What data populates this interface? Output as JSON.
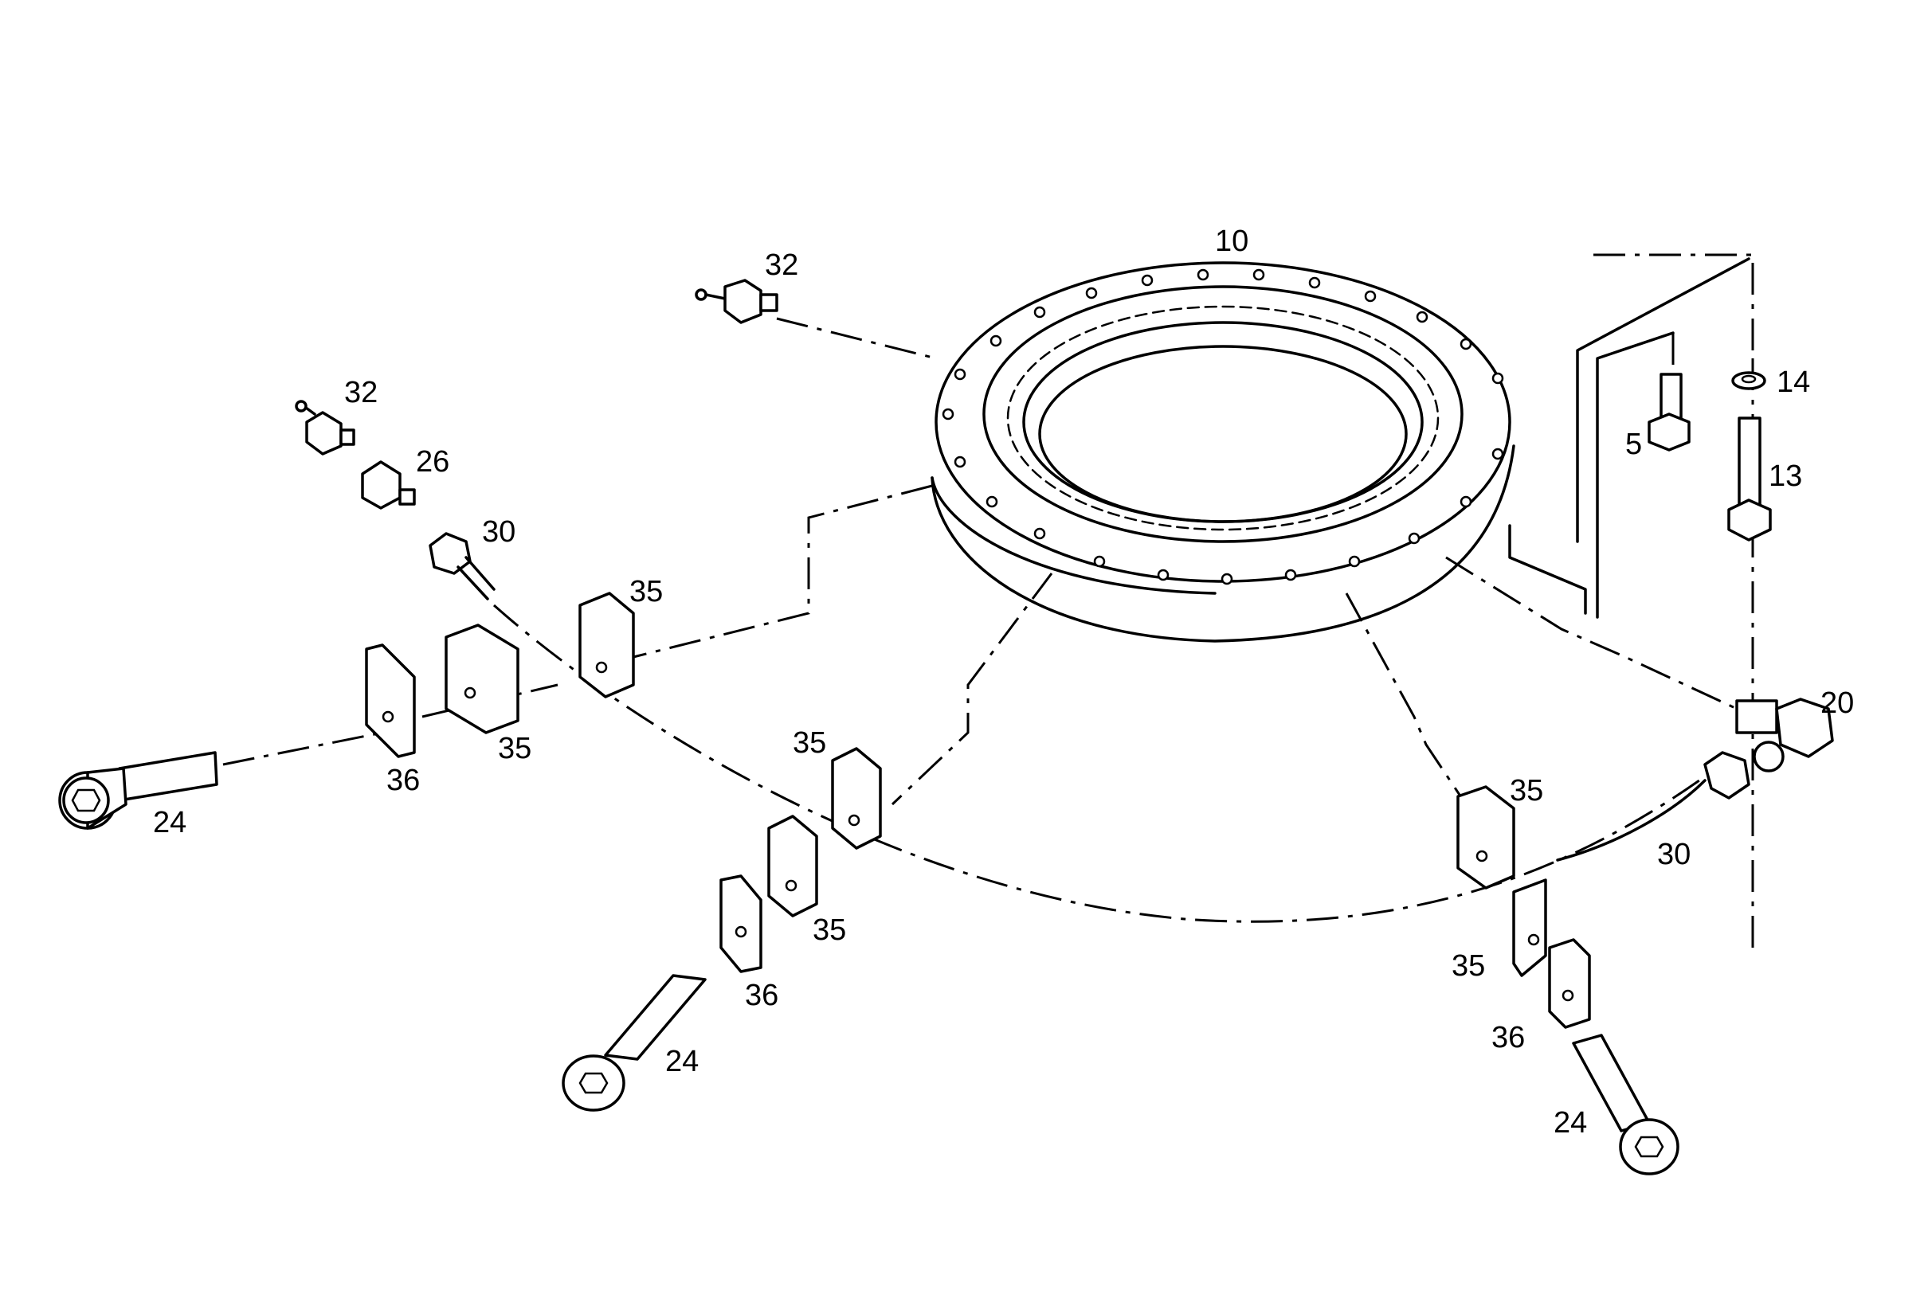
{
  "diagram": {
    "callouts": {
      "ring": "10",
      "nipple_top": "32",
      "nipple_left": "32",
      "adapter": "26",
      "line_left": "30",
      "line_right": "30",
      "bolt_hex": "5",
      "washer": "14",
      "bolt_long": "13",
      "elbow": "20",
      "clamp_upper_left": "35",
      "clamp_mid_left": "35",
      "clamp_front_left": "35",
      "clamp_lower_left": "35",
      "clamp_right": "35",
      "clamp_lower_right": "35",
      "plate_left": "36",
      "plate_mid": "36",
      "plate_right": "36",
      "screw_left": "24",
      "screw_mid": "24",
      "screw_right": "24"
    }
  }
}
